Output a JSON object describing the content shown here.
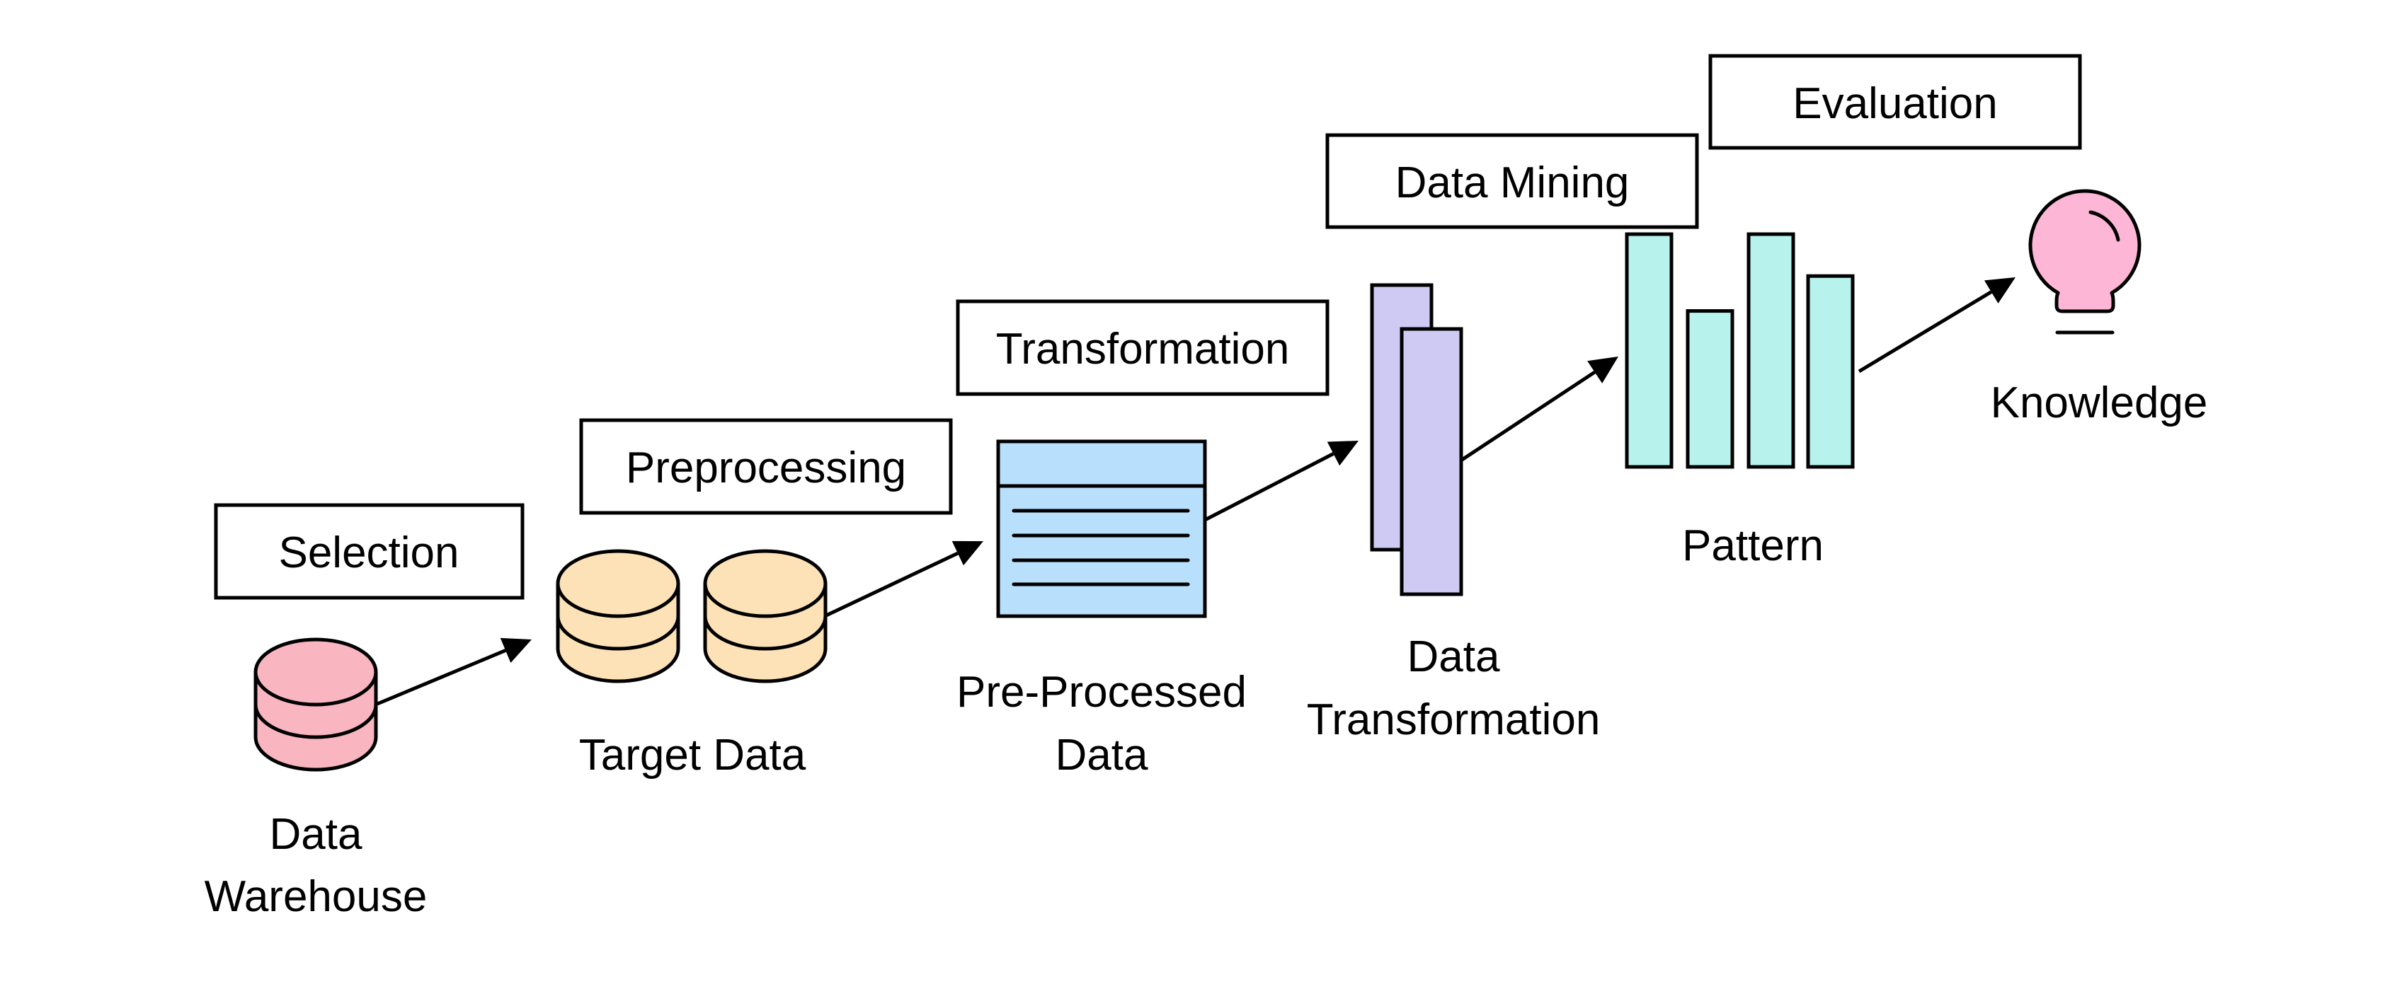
{
  "title": "KDD Process",
  "stages": [
    {
      "id": "selection",
      "label": "Selection"
    },
    {
      "id": "preprocessing",
      "label": "Preprocessing"
    },
    {
      "id": "transformation",
      "label": "Transformation"
    },
    {
      "id": "data-mining",
      "label": "Data Mining"
    },
    {
      "id": "evaluation",
      "label": "Evaluation"
    }
  ],
  "artifacts": {
    "data_warehouse": {
      "lines": [
        "Data",
        "Warehouse"
      ],
      "icon": "database-icon"
    },
    "target_data": {
      "lines": [
        "Target Data"
      ],
      "icon": "database-pair-icon"
    },
    "preprocessed_data": {
      "lines": [
        "Pre-Processed",
        "Data"
      ],
      "icon": "table-icon"
    },
    "transformed_data": {
      "lines": [
        "Data",
        "Transformation"
      ],
      "icon": "stacked-sheets-icon"
    },
    "pattern": {
      "lines": [
        "Pattern"
      ],
      "icon": "bar-pattern-icon",
      "bar_levels": [
        1.0,
        0.67,
        1.0,
        0.82
      ]
    },
    "knowledge": {
      "lines": [
        "Knowledge"
      ],
      "icon": "lightbulb-icon"
    }
  },
  "colors": {
    "warehouse": "#f9b6c1",
    "target": "#fde2b8",
    "table": "#b8dffc",
    "sheets": "#cfcaf3",
    "pattern": "#b7f3ec",
    "bulb": "#fdb6d6",
    "stroke": "#000000"
  }
}
